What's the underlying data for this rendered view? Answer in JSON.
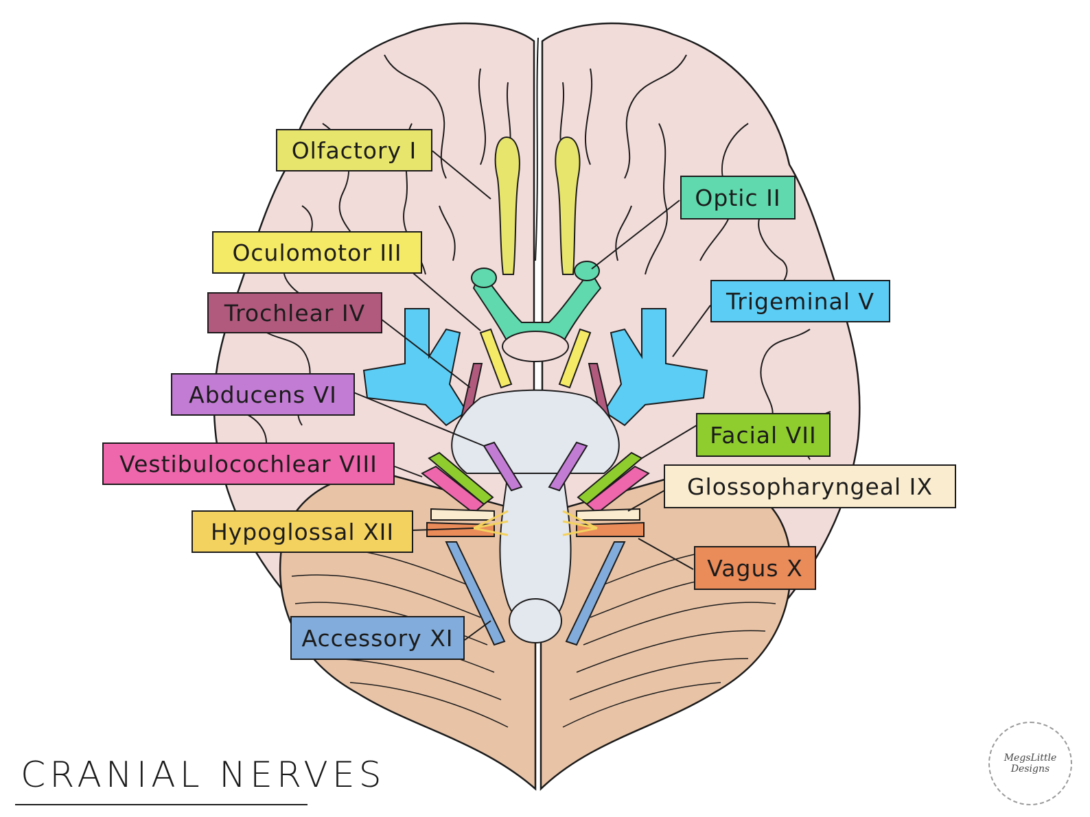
{
  "title": "CRANIAL NERVES",
  "watermark": {
    "line1": "MegsLittle",
    "line2": "Designs"
  },
  "colors": {
    "cerebrum": "#f2dcda",
    "cerebellum": "#e8c3a6",
    "brainstem": "#e3e7ee",
    "outline": "#1b1b1b"
  },
  "nerves": [
    {
      "id": "olfactory",
      "label": "Olfactory I",
      "color": "#e7e56c"
    },
    {
      "id": "optic",
      "label": "Optic II",
      "color": "#5fd9ad"
    },
    {
      "id": "oculomotor",
      "label": "Oculomotor III",
      "color": "#f5ea66"
    },
    {
      "id": "trochlear",
      "label": "Trochlear IV",
      "color": "#b25a7e"
    },
    {
      "id": "trigeminal",
      "label": "Trigeminal V",
      "color": "#5ccdf5"
    },
    {
      "id": "abducens",
      "label": "Abducens VI",
      "color": "#c27cd4"
    },
    {
      "id": "facial",
      "label": "Facial VII",
      "color": "#8fcd2f"
    },
    {
      "id": "vestibulocochlear",
      "label": "Vestibulocochlear VIII",
      "color": "#ee66ac"
    },
    {
      "id": "glossopharyngeal",
      "label": "Glossopharyngeal IX",
      "color": "#faeccf"
    },
    {
      "id": "vagus",
      "label": "Vagus X",
      "color": "#ea8b5a"
    },
    {
      "id": "accessory",
      "label": "Accessory XI",
      "color": "#82acdb"
    },
    {
      "id": "hypoglossal",
      "label": "Hypoglossal XII",
      "color": "#f4d25f"
    }
  ]
}
